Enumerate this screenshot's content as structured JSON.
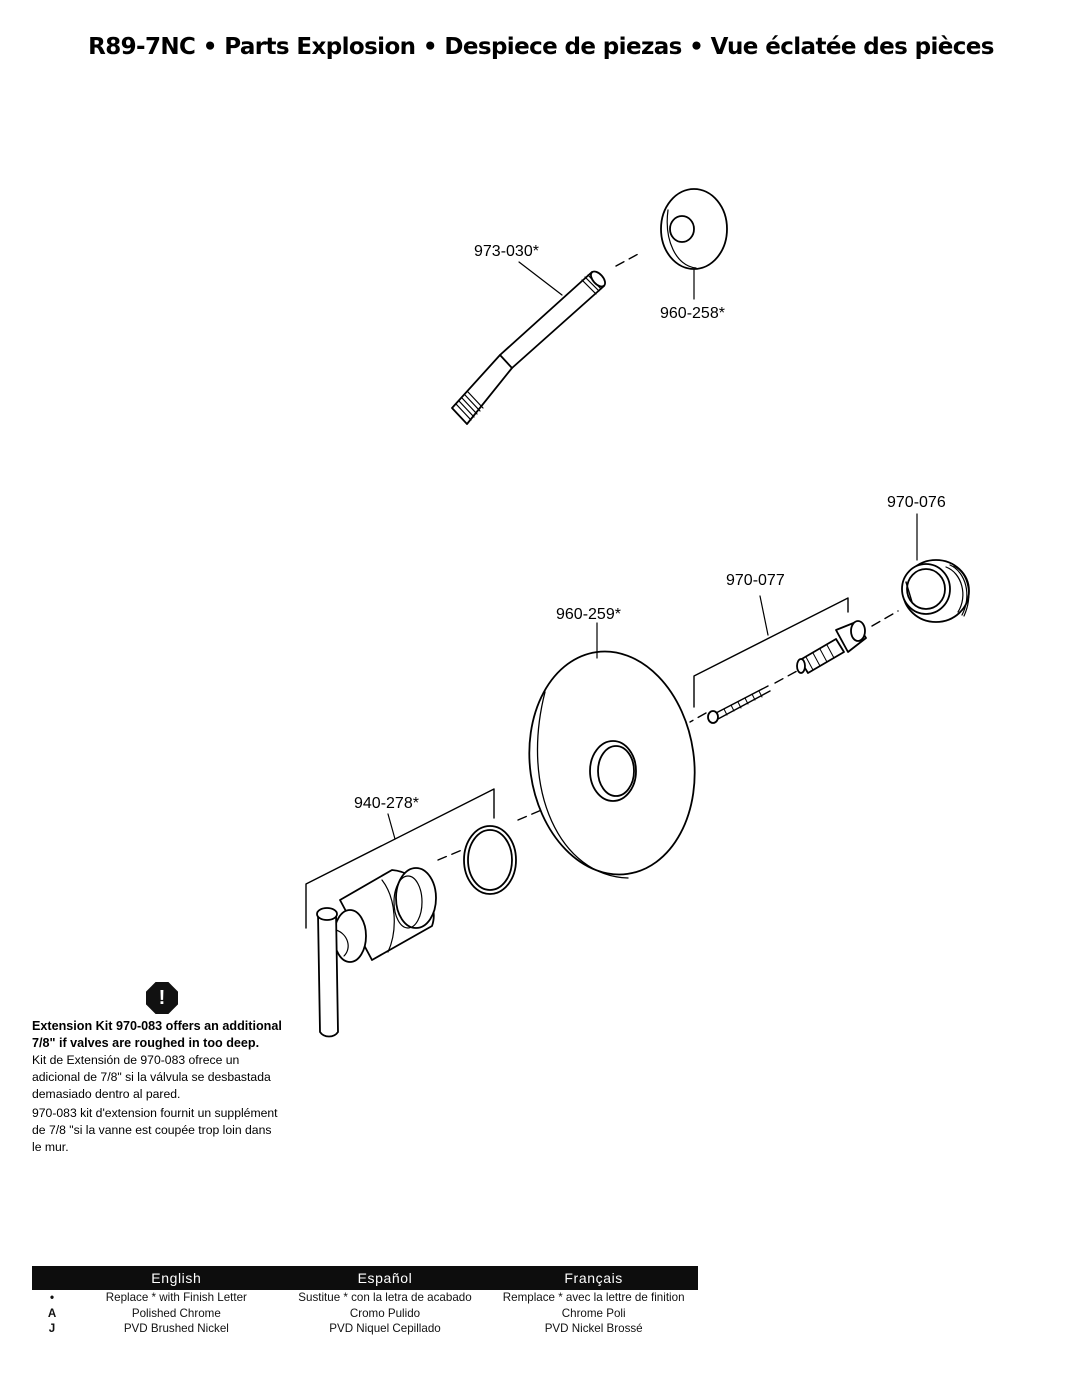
{
  "title": "R89-7NC • Parts Explosion • Despiece de piezas • Vue éclatée des pièces",
  "parts": [
    {
      "number": "973-030*"
    },
    {
      "number": "960-258*"
    },
    {
      "number": "970-076"
    },
    {
      "number": "970-077"
    },
    {
      "number": "960-259*"
    },
    {
      "number": "940-278*"
    }
  ],
  "note": {
    "icon": "!",
    "en": "Extension Kit 970-083 offers an additional 7/8\" if valves are roughed in too deep.",
    "es": "Kit de Extensión de 970-083 ofrece un adicional de 7/8\" si la válvula se desbastada demasiado dentro al pared.",
    "fr": "970-083 kit d'extension fournit un supplément de 7/8 \"si la vanne est coupée trop loin dans le mur."
  },
  "legend": {
    "headers": [
      "",
      "English",
      "Español",
      "Français"
    ],
    "rows": [
      [
        "•",
        "Replace * with Finish Letter",
        "Sustitue * con la letra de acabado",
        "Remplace * avec la lettre de finition"
      ],
      [
        "A",
        "Polished Chrome",
        "Cromo Pulido",
        "Chrome Poli"
      ],
      [
        "J",
        "PVD Brushed Nickel",
        "PVD Niquel Cepillado",
        "PVD Nickel Brossé"
      ]
    ]
  },
  "colors": {
    "ink": "#000000",
    "legend_header_bg": "#0d0d0d",
    "legend_header_text": "#ffffff"
  }
}
